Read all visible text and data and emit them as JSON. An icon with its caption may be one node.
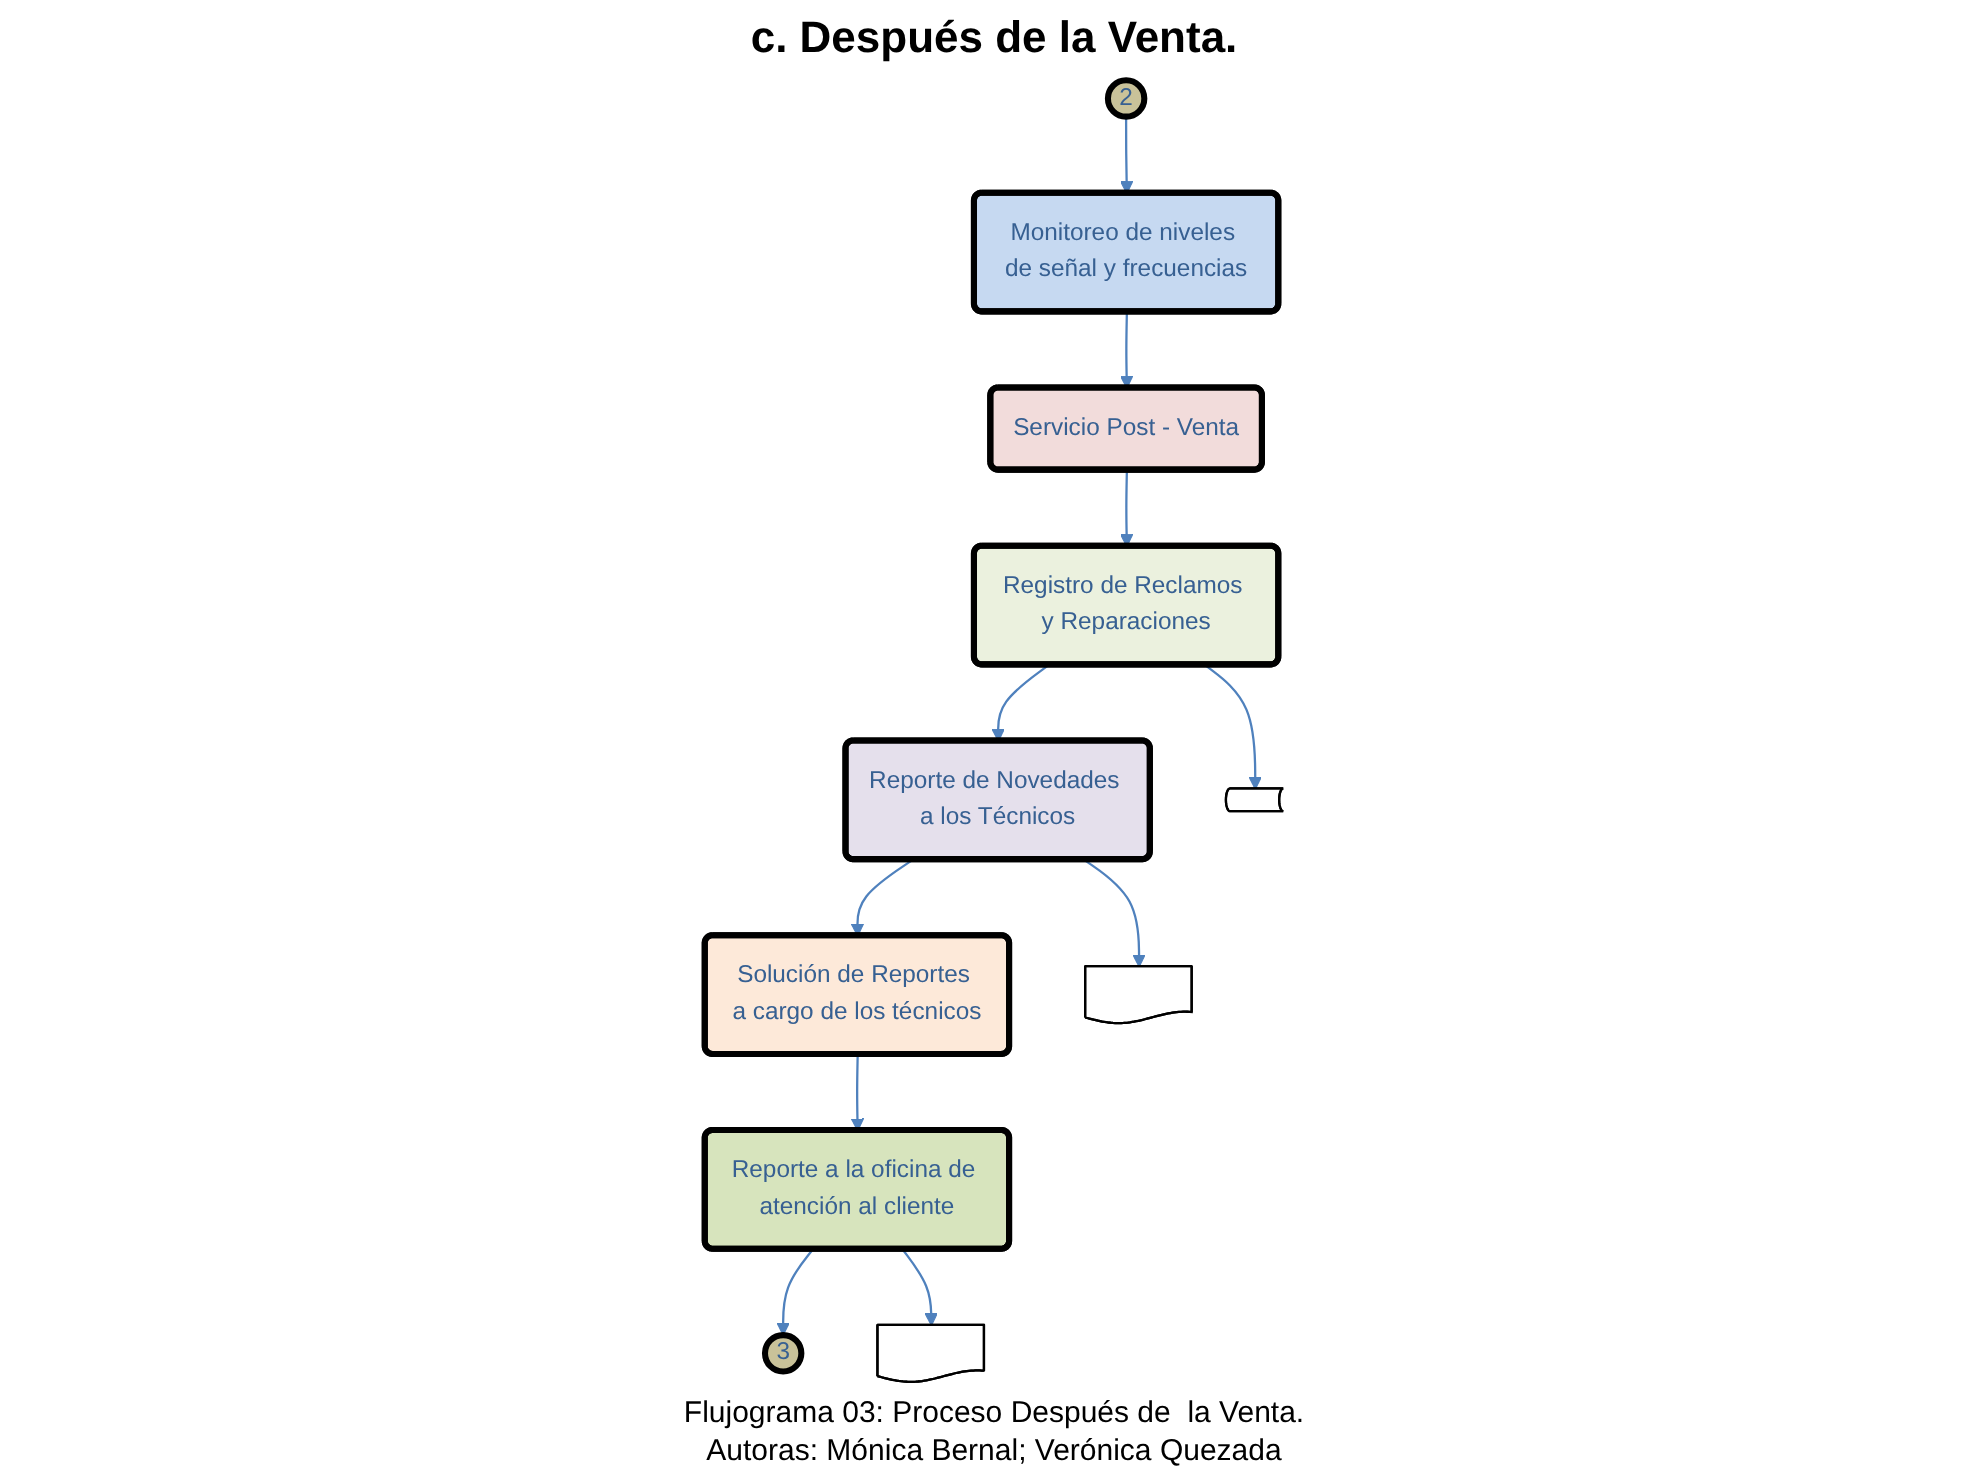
{
  "diagram": {
    "title": "c. Después de la Venta.",
    "nodes": [
      {
        "text": [
          "2"
        ]
      },
      {
        "text": [
          "Monitoreo de niveles de señal y frecuencias"
        ]
      },
      {
        "text": [
          "Servicio Post - Venta"
        ]
      },
      {
        "text": [
          "Registro de Reclamos y Reparaciones"
        ]
      },
      {
        "text": [
          "Reporte de Novedades a los Técnicos"
        ]
      },
      {
        "text": [
          "Solución de Reportes a cargo de los técnicos"
        ]
      },
      {
        "text": [
          "Reporte a la oficina de atención al cliente"
        ]
      },
      {
        "text": [
          "3"
        ]
      },
      {
        "text": [],
        "shape": "document"
      },
      {
        "text": [],
        "shape": "storage"
      },
      {
        "text": [],
        "shape": "document"
      }
    ],
    "edges": [
      {
        "from": 0,
        "to": 1,
        "arrow": "to"
      },
      {
        "from": 1,
        "to": 2,
        "arrow": "to"
      },
      {
        "from": 2,
        "to": 3,
        "arrow": "to"
      },
      {
        "from": 3,
        "to": 4,
        "arrow": "to"
      },
      {
        "from": 4,
        "to": 5,
        "arrow": "to"
      },
      {
        "from": 5,
        "to": 6,
        "arrow": "to"
      },
      {
        "from": 6,
        "to": 7,
        "arrow": "to"
      },
      {
        "from": 4,
        "to": 8,
        "arrow": "to"
      },
      {
        "from": 3,
        "to": 9,
        "arrow": "to"
      },
      {
        "from": 6,
        "to": 10,
        "arrow": "to"
      }
    ],
    "caption": "Flujograma 03: Proceso Después de  la Venta.",
    "labels": [
      "Autoras: Mónica Bernal; Verónica Quezada"
    ]
  }
}
